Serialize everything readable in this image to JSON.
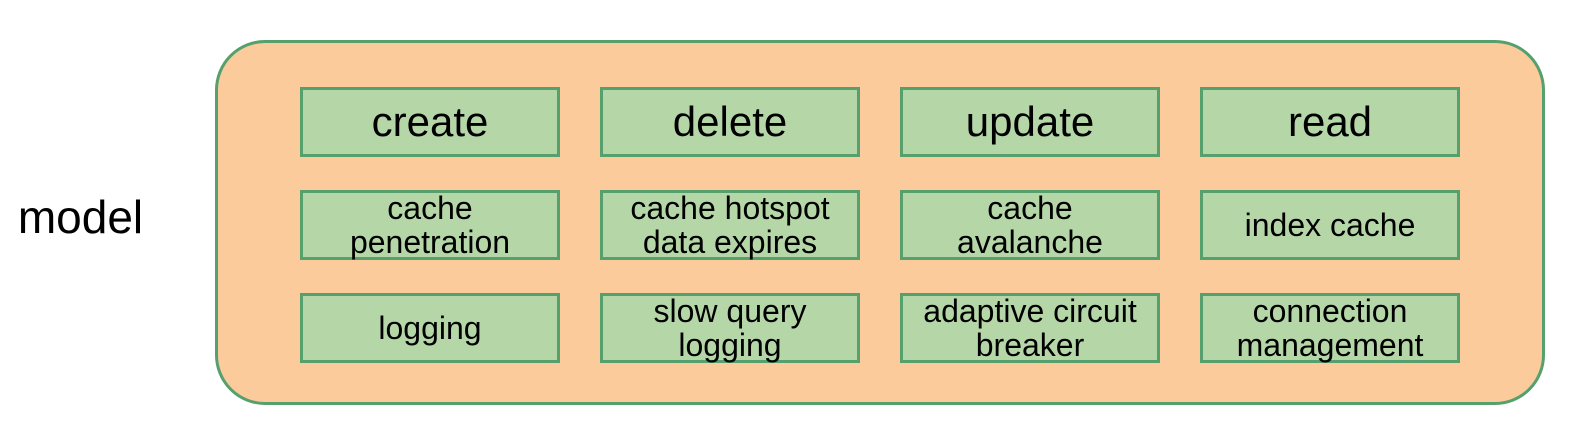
{
  "model_label": "model",
  "colors": {
    "container_fill": "#FBCB9B",
    "node_fill": "#B5D7A8",
    "border": "#55A06C",
    "text": "#000000",
    "background": "#FFFFFF"
  },
  "grid": {
    "headers": [
      "create",
      "delete",
      "update",
      "read"
    ],
    "rows": [
      [
        "cache\npenetration",
        "cache hotspot\ndata expires",
        "cache\navalanche",
        "index cache"
      ],
      [
        "logging",
        "slow query\nlogging",
        "adaptive circuit\nbreaker",
        "connection\nmanagement"
      ]
    ]
  }
}
